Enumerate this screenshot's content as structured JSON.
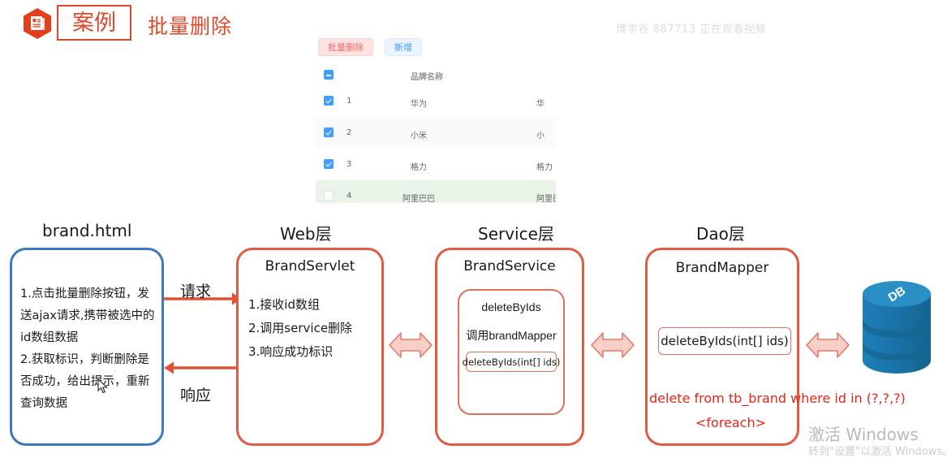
{
  "header": {
    "logo_icon": "document-hexagon-icon",
    "logo_label": "案例",
    "title": "批量删除",
    "watermark_top": "博学谷 887713 正在观看视频",
    "watermark_windows": "激活 Windows",
    "watermark_windows_sub": "转到\"设置\"以激活 Windows。"
  },
  "table_screenshot": {
    "buttons": [
      {
        "label": "批量删除",
        "style": "danger"
      },
      {
        "label": "新增",
        "style": "primary"
      }
    ],
    "header_checkbox_state": "indeterminate",
    "columns": [
      "",
      "",
      "品牌名称",
      ""
    ],
    "rows": [
      {
        "checked": true,
        "id": "1",
        "name": "华为",
        "name2": "华",
        "highlight": false
      },
      {
        "checked": true,
        "id": "2",
        "name": "小米",
        "name2": "小",
        "highlight": false
      },
      {
        "checked": true,
        "id": "3",
        "name": "格力",
        "name2": "格力",
        "highlight": false
      },
      {
        "checked": false,
        "id": "4",
        "name": "阿里巴巴",
        "name2": "阿里巴",
        "highlight": true
      }
    ]
  },
  "diagram": {
    "layers": [
      {
        "label": "brand.html",
        "box_title": "",
        "accent": "#3c78c0"
      },
      {
        "label": "Web层",
        "box_title": "BrandServlet",
        "accent": "#e15b43"
      },
      {
        "label": "Service层",
        "box_title": "BrandService",
        "accent": "#e15b43"
      },
      {
        "label": "Dao层",
        "box_title": "BrandMapper",
        "accent": "#e15b43"
      }
    ],
    "brand_html_lines": [
      "1.点击批量删除按钮，发",
      "送ajax请求,携带被选中的",
      "id数组数据",
      "2.获取标识，判断删除是",
      "否成功，给出提示，重新",
      "查询数据"
    ],
    "servlet_lines": [
      "1.接收id数组",
      "2.调用service删除",
      "3.响应成功标识"
    ],
    "service_inner": {
      "method": "deleteByIds",
      "call": "调用brandMapper",
      "pill": "deleteByIds(int[] ids)"
    },
    "dao": {
      "pill": "deleteByIds(int[] ids)",
      "sql": "delete from tb_brand where id in (?,?,?)",
      "foreach": "<foreach>"
    },
    "arrows": {
      "request_label": "请求",
      "response_label": "响应",
      "bidirectional_icon": "double-arrow-icon"
    },
    "database": {
      "icon": "database-cylinder-icon",
      "label": "DB"
    }
  },
  "colors": {
    "brand_red": "#d9482b",
    "box_blue": "#3c78c0",
    "box_red": "#e15b43",
    "arrow_red": "#e1513a",
    "sql_red": "#e8251a",
    "db_blue": "#1c7cb5",
    "primary_blue": "#409eff"
  }
}
